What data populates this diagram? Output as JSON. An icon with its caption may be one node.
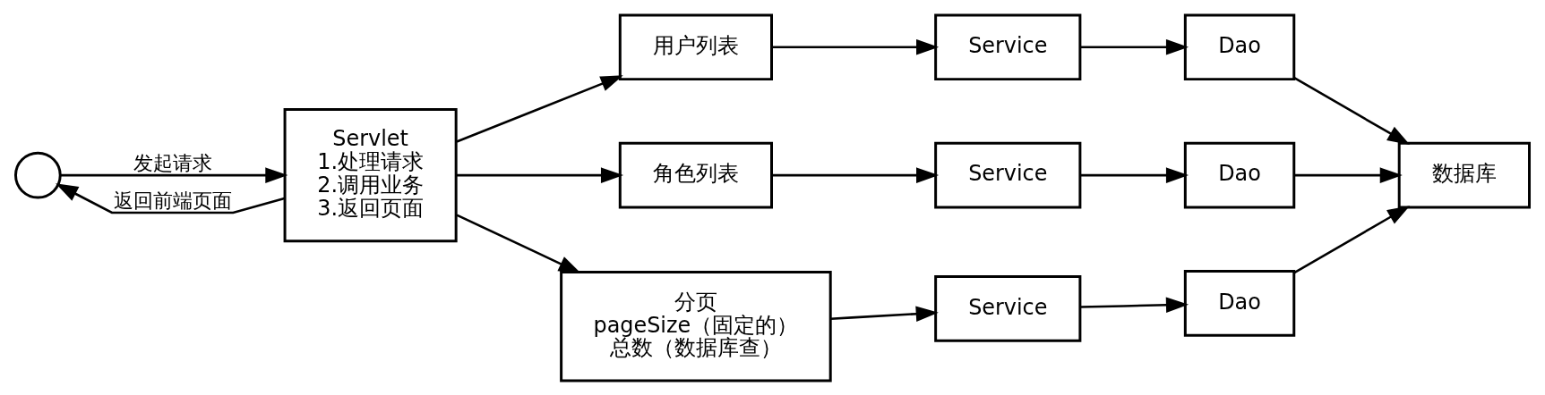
{
  "diagram": {
    "nodes": [
      {
        "text": [],
        "shape": "person"
      },
      {
        "text": [
          "Servlet",
          "1.处理请求",
          "2.调用业务",
          "3.返回页面"
        ]
      },
      {
        "text": [
          "用户列表"
        ]
      },
      {
        "text": [
          "Service"
        ]
      },
      {
        "text": [
          "Dao"
        ]
      },
      {
        "text": [
          "角色列表"
        ]
      },
      {
        "text": [
          "Service"
        ]
      },
      {
        "text": [
          "Dao"
        ]
      },
      {
        "text": [
          "分页",
          "pageSize（固定的）",
          "总数（数据库查）"
        ]
      },
      {
        "text": [
          "Service"
        ]
      },
      {
        "text": [
          "Dao"
        ]
      },
      {
        "text": [
          "数据库"
        ]
      }
    ],
    "edges": [
      {
        "from": 0,
        "to": 1,
        "arrow": "to",
        "label": "发起请求"
      },
      {
        "from": 1,
        "to": 0,
        "arrow": "to",
        "label": "返回前端页面"
      },
      {
        "from": 1,
        "to": 2,
        "arrow": "to"
      },
      {
        "from": 1,
        "to": 5,
        "arrow": "to"
      },
      {
        "from": 1,
        "to": 8,
        "arrow": "to"
      },
      {
        "from": 2,
        "to": 3,
        "arrow": "to"
      },
      {
        "from": 3,
        "to": 4,
        "arrow": "to"
      },
      {
        "from": 5,
        "to": 6,
        "arrow": "to"
      },
      {
        "from": 6,
        "to": 7,
        "arrow": "to"
      },
      {
        "from": 8,
        "to": 9,
        "arrow": "to"
      },
      {
        "from": 9,
        "to": 10,
        "arrow": "to"
      },
      {
        "from": 4,
        "to": 11,
        "arrow": "to"
      },
      {
        "from": 7,
        "to": 11,
        "arrow": "to"
      },
      {
        "from": 10,
        "to": 11,
        "arrow": "to"
      }
    ]
  }
}
